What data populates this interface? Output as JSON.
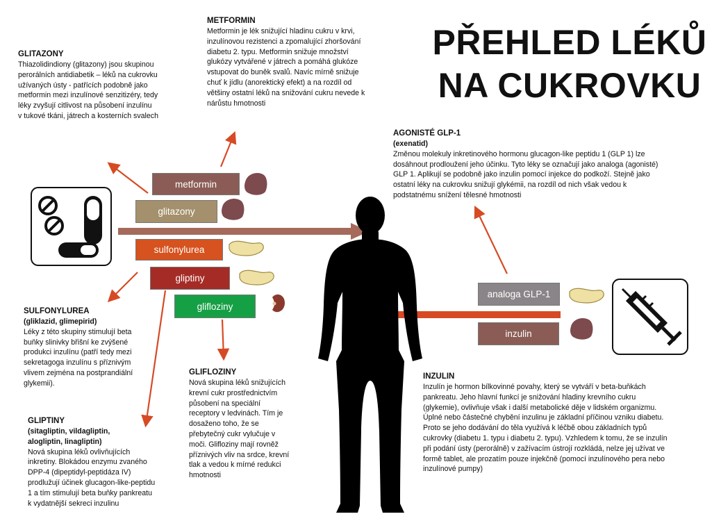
{
  "title": {
    "line1": "PŘEHLED LÉKŮ",
    "line2": "NA CUKROVKU"
  },
  "drugs": {
    "metformin": "metformin",
    "glitazony": "glitazony",
    "sulfonylurea": "sulfonylurea",
    "gliptiny": "gliptiny",
    "glifloziny": "glifloziny",
    "analoga": "analoga GLP-1",
    "inzulin": "inzulin"
  },
  "colors": {
    "metformin": "#8b5c55",
    "glitazony": "#a4906c",
    "sulfonylurea": "#d6521e",
    "gliptiny": "#a52c26",
    "glifloziny": "#16a045",
    "analoga": "#8a8588",
    "inzulin": "#8b5c55",
    "arrow_brown": "#a56a5c",
    "arrow_red": "#d64a24"
  },
  "icons": [
    "pills-icon",
    "syringe-icon",
    "liver-icon",
    "pancreas-icon",
    "kidney-icon",
    "human-silhouette-icon"
  ],
  "blocks": {
    "metformin": {
      "heading": "METFORMIN",
      "lines": [
        "Metformin je lék snižující hladinu cukru v krvi,",
        "inzulínovou rezistenci a zpomalující zhoršování",
        "diabetu 2. typu. Metformin snižuje množství",
        "glukózy vytvářené v játrech a pomáhá glukóze",
        "vstupovat do buněk svalů. Navíc mírně snižuje",
        "chuť k jídlu (anorektický efekt) a na rozdíl od",
        "většiny ostatní léků na snižování cukru nevede k",
        "nárůstu hmotnosti"
      ]
    },
    "glitazony": {
      "heading": "GLITAZONY",
      "lines": [
        "Thiazolidindiony (glitazony) jsou skupinou",
        "perorálních antidiabetik – léků na cukrovku",
        "užívaných ústy - patřících podobně jako",
        "metformin mezi inzulínové senzitizéry, tedy",
        "léky zvyšují citlivost na působení inzulínu",
        "v tukové tkáni, játrech a kosterních svalech"
      ]
    },
    "agoniste": {
      "heading": "AGONISTÉ GLP-1",
      "subheading": "(exenatid)",
      "lines": [
        "Změnou molekuly inkretinového hormonu glucagon-like peptidu 1 (GLP 1) lze",
        "dosáhnout prodloužení jeho účinku. Tyto léky se  označují jako analoga (agonisté)",
        "GLP 1. Aplikují  se podobně jako inzulin pomocí injekce do podkoží. Stejně jako",
        "ostatní léky na cukrovku snižují glykémii, na rozdíl od nich však  vedou k",
        "podstatnému snížení tělesné hmotnosti"
      ]
    },
    "sulfonylurea": {
      "heading": "SULFONYLUREA",
      "subheading": "(gliklazid, glimepirid)",
      "lines": [
        "Léky z této skupiny stimulují beta",
        "buňky slinivky břišní ke zvýšené",
        "produkci inzulínu (patří tedy mezi",
        "sekretagoga inzulínu s příznivým",
        "vlivem zejména na postprandiální",
        "glykemii)."
      ]
    },
    "glifloziny": {
      "heading": "GLIFLOZINY",
      "lines": [
        "Nová skupina léků snižujících",
        "krevní cukr prostřednictvím",
        "působení na speciální",
        "receptory v ledvinách. Tím je",
        "dosaženo toho, že se",
        "přebytečný cukr vylučuje v",
        "moči. Glifloziny mají rovněž",
        "příznivých vliv na srdce, krevní",
        "tlak a vedou k mírné redukci",
        "hmotnosti"
      ]
    },
    "gliptiny": {
      "heading": "GLIPTINY",
      "subheading1": "(sitagliptin, vildagliptin,",
      "subheading2": "alogliptin, linagliptin)",
      "lines": [
        "Nová skupina léků ovlivňujících",
        "inkretiny. Blokádou enzymu zvaného",
        "DPP-4 (dipeptidyl-peptidáza IV)",
        "prodlužují účinek glucagon-like-peptidu",
        "1 a tím stimulují beta buňky pankreatu",
        "k vydatnější sekreci inzulinu"
      ]
    },
    "inzulin": {
      "heading": "INZULIN",
      "lines": [
        "Inzulín je hormon bílkovinné povahy, který se vytváří v beta-buňkách",
        "pankreatu. Jeho hlavní funkcí  je snižování hladiny krevního cukru",
        "(glykemie),  ovlivňuje však i další metabolické děje v lidském organizmu.",
        "Úplné nebo částečné chybění inzulinu je základní příčinou vzniku diabetu.",
        "Proto se jeho dodávání do těla využívá k léčbě obou základních typů",
        "cukrovky (diabetu 1. typu  i diabetu 2. typu). Vzhledem k tomu, že se inzulín",
        "při podání ústy (perorálně) v zažívacím ústrojí rozkládá, nelze jej užívat ve",
        "formě tablet, ale prozatím pouze injekčně (pomocí inzulínového pera nebo",
        "inzulínové pumpy)"
      ]
    }
  }
}
